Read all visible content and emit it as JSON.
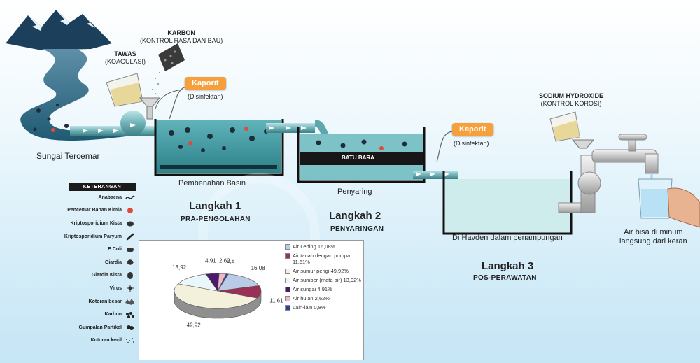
{
  "labels": {
    "sungai": "Sungai Tercemar",
    "tawas": "TAWAS",
    "tawas_sub": "(KOAGULASI)",
    "karbon": "KARBON",
    "karbon_sub": "(KONTROL RASA DAN BAU)",
    "kaporit1": "Kaporit",
    "disinfektan1": "(Disinfektan)",
    "kaporit2": "Kaporit",
    "disinfektan2": "(Disinfektan)",
    "batu_bara": "BATU BARA",
    "pembenahan": "Pembenahan Basin",
    "penyaring": "Penyaring",
    "penampungan": "Di Havden dalam penampungan",
    "sodium": "SODIUM HYDROXIDE",
    "sodium_sub": "(KONTROL KOROSI)",
    "air_minum_1": "Air bisa di minum",
    "air_minum_2": "langsung dari keran"
  },
  "steps": [
    {
      "title": "Langkah 1",
      "subtitle": "PRA-PENGOLAHAN"
    },
    {
      "title": "Langkah 2",
      "subtitle": "PENYARINGAN"
    },
    {
      "title": "Langkah 3",
      "subtitle": "POS-PERAWATAN"
    }
  ],
  "legend": {
    "header": "KETERANGAN",
    "items": [
      {
        "label": "Anabaena",
        "icon": "squiggle-icon"
      },
      {
        "label": "Pencemar Bahan Kimia",
        "icon": "chemical-dot-icon"
      },
      {
        "label": "Kriptosporidium Kista",
        "icon": "cyst-icon"
      },
      {
        "label": "Kriptosporidium Paryum",
        "icon": "rod-icon"
      },
      {
        "label": "E.Coli",
        "icon": "ecoli-icon"
      },
      {
        "label": "Giardia",
        "icon": "giardia-icon"
      },
      {
        "label": "Giardia Kista",
        "icon": "giardia-cyst-icon"
      },
      {
        "label": "Virus",
        "icon": "virus-icon"
      },
      {
        "label": "Kotoran besar",
        "icon": "large-dirt-icon"
      },
      {
        "label": "Karbon",
        "icon": "carbon-icon"
      },
      {
        "label": "Gumpalan Partikel",
        "icon": "particle-clump-icon"
      },
      {
        "label": "Kotoran kecil",
        "icon": "small-dirt-icon"
      }
    ]
  },
  "chart_data": {
    "type": "pie",
    "series": [
      {
        "label": "Air Leding 16,08%",
        "value": 16.08,
        "slice_label": "16,08",
        "color": "#b9cbe6"
      },
      {
        "label": "Air tanah dengan pompa 11,61%",
        "value": 11.61,
        "slice_label": "11,61",
        "color": "#9a2f58"
      },
      {
        "label": "Air sumur perigi 49,92%",
        "value": 49.92,
        "slice_label": "49,92",
        "color": "#f3f1dc"
      },
      {
        "label": "Air sumber (mata air) 13,92%",
        "value": 13.92,
        "slice_label": "13,92",
        "color": "#e9f7fb"
      },
      {
        "label": "Air sungai 4,91%",
        "value": 4.91,
        "slice_label": "4,91",
        "color": "#4b1a6a"
      },
      {
        "label": "Air hujan 2,62%",
        "value": 2.62,
        "slice_label": "2,62",
        "color": "#f2b8c8"
      },
      {
        "label": "Lain-lain 0,8%",
        "value": 0.8,
        "slice_label": "0,8",
        "color": "#2f3fa0"
      }
    ]
  }
}
